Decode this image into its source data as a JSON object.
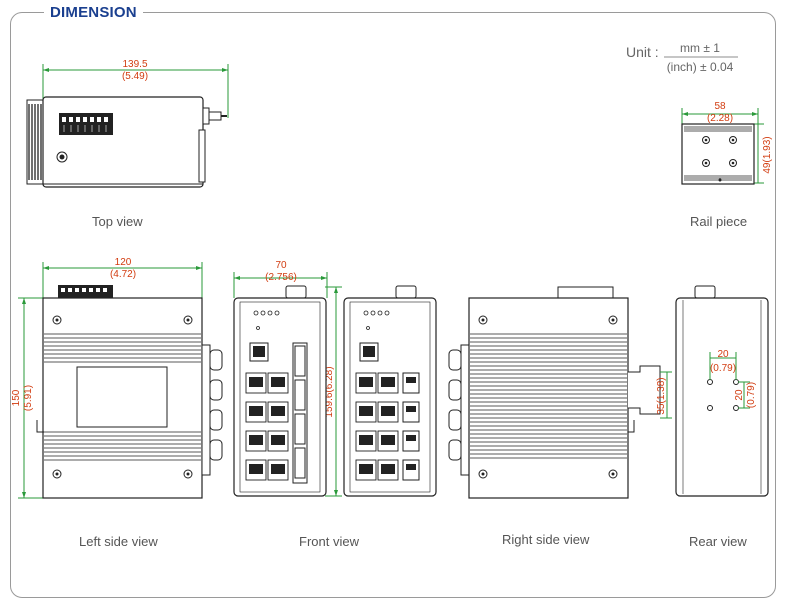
{
  "heading": "DIMENSION",
  "unit": {
    "label": "Unit :",
    "numerator": "mm ± 1",
    "denominator": "(inch) ± 0.04"
  },
  "captions": {
    "top_view": "Top view",
    "rail_piece": "Rail piece",
    "left_side_view": "Left side view",
    "front_view": "Front view",
    "right_side_view": "Right side view",
    "rear_view": "Rear view"
  },
  "dimensions": {
    "top_width": {
      "mm": "139.5",
      "inch": "(5.49)"
    },
    "rail_width": {
      "mm": "58",
      "inch": "(2.28)"
    },
    "rail_height": {
      "text": "49(1.93)"
    },
    "side_width": {
      "mm": "120",
      "inch": "(4.72)"
    },
    "side_height": {
      "mm": "150",
      "inch": "(5.91)"
    },
    "front_width": {
      "mm": "70",
      "inch": "(2.756)"
    },
    "front_height": {
      "text": "159.6(6.28)"
    },
    "clip_height": {
      "text": "35(1.38)"
    },
    "rear_h": {
      "mm": "20",
      "inch": "(0.79)"
    },
    "rear_v": {
      "mm": "20",
      "inch": "(0.79)"
    }
  },
  "colors": {
    "title": "#1a3f8f",
    "dimension_text": "#d23c10",
    "dimension_line": "#2a9a3a",
    "outline": "#222222",
    "frame": "#9a9a9a"
  }
}
